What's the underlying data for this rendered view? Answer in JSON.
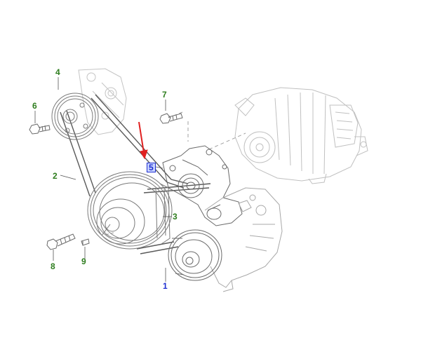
{
  "colors": {
    "line": "#9a9a9a",
    "belt": "#5a5a5a",
    "callout_green": "#2e7d1e",
    "callout_blue": "#1f2fd1",
    "highlight_fill": "#c8d4ff",
    "arrow": "#e02020"
  },
  "callouts": {
    "c1": "1",
    "c2": "2",
    "c3": "3",
    "c4": "4",
    "c5": "5",
    "c6": "6",
    "c7": "7",
    "c8": "8",
    "c9": "9"
  },
  "highlighted_callout": "5"
}
